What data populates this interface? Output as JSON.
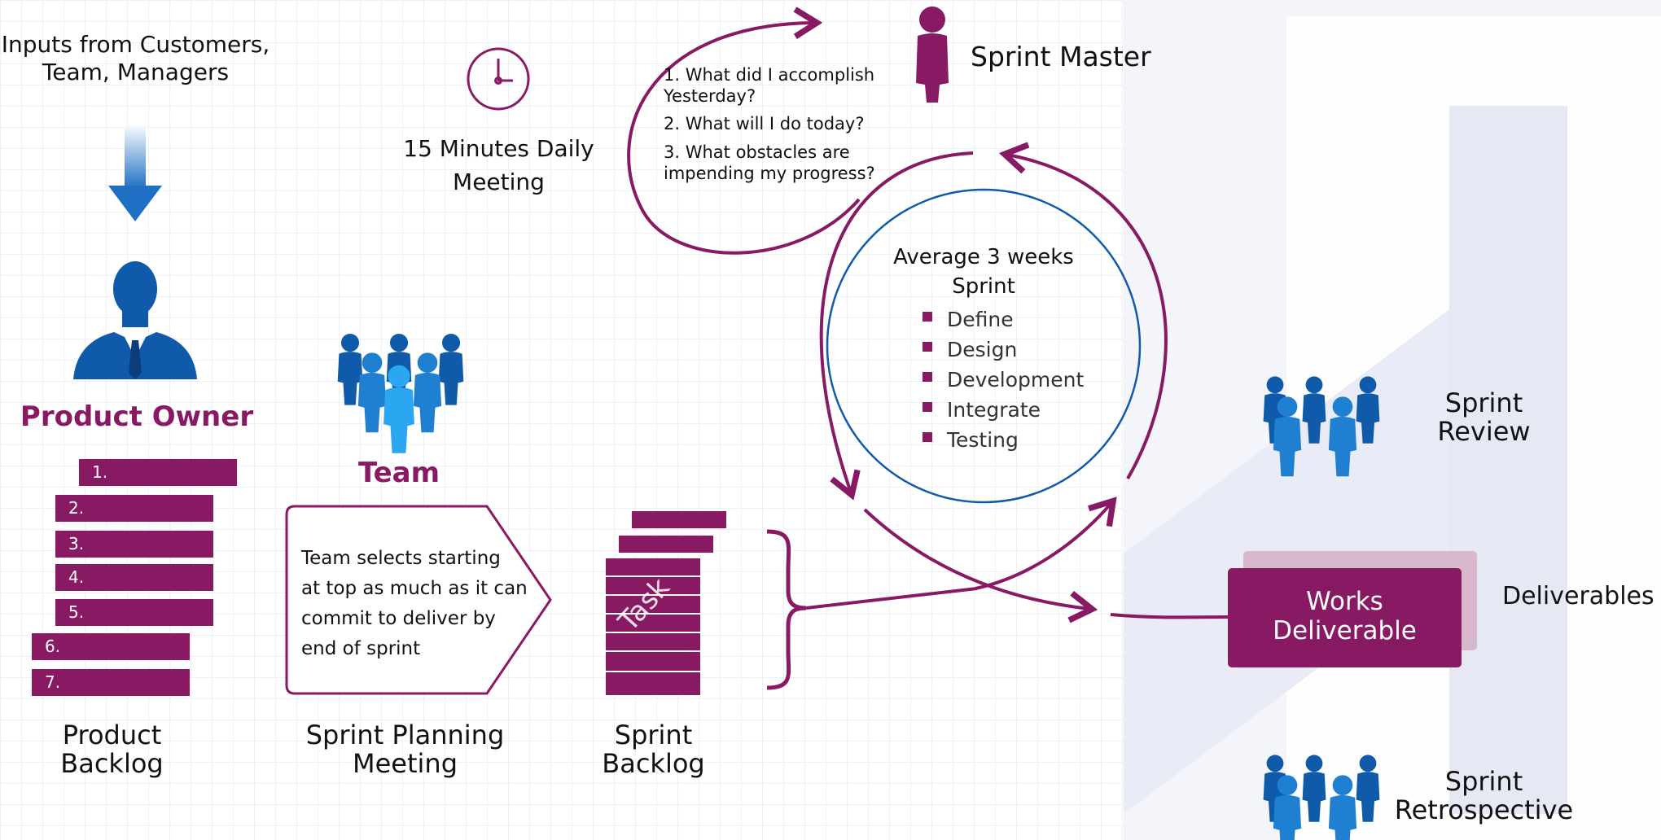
{
  "inputs_label": [
    "Inputs from Customers,",
    "Team, Managers"
  ],
  "daily_meeting": {
    "label": [
      "15 Minutes Daily",
      "Meeting"
    ]
  },
  "questions": [
    "1. What did I accomplish",
    "Yesterday?",
    "2. What will I do today?",
    "3. What obstacles are",
    "impending my progress?"
  ],
  "sprint_master": "Sprint Master",
  "sprint": {
    "title": [
      "Average 3 weeks",
      "Sprint"
    ],
    "phases": [
      "Define",
      "Design",
      "Development",
      "Integrate",
      "Testing"
    ]
  },
  "product_owner": "Product Owner",
  "team_label": "Team",
  "backlog_items": [
    "1.",
    "2.",
    "3.",
    "4.",
    "5.",
    "6.",
    "7."
  ],
  "product_backlog": [
    "Product",
    "Backlog"
  ],
  "planning": {
    "text": [
      "Team selects starting",
      "at top as much as it can",
      "commit to deliver by",
      "end of sprint"
    ],
    "label": [
      "Sprint Planning",
      "Meeting"
    ]
  },
  "sprint_backlog": {
    "task": "Task",
    "label": [
      "Sprint",
      "Backlog"
    ]
  },
  "sprint_review": [
    "Sprint",
    "Review"
  ],
  "deliverable_box": [
    "Works",
    "Deliverable"
  ],
  "deliverables": "Deliverables",
  "sprint_retrospective": [
    "Sprint",
    "Retrospective"
  ],
  "colors": {
    "purple": "#871a63",
    "blue": "#0f5ba9",
    "light_blue": "#1f8fe0",
    "mauve": "#d7b8cc",
    "watermark": "#eef0f9"
  }
}
